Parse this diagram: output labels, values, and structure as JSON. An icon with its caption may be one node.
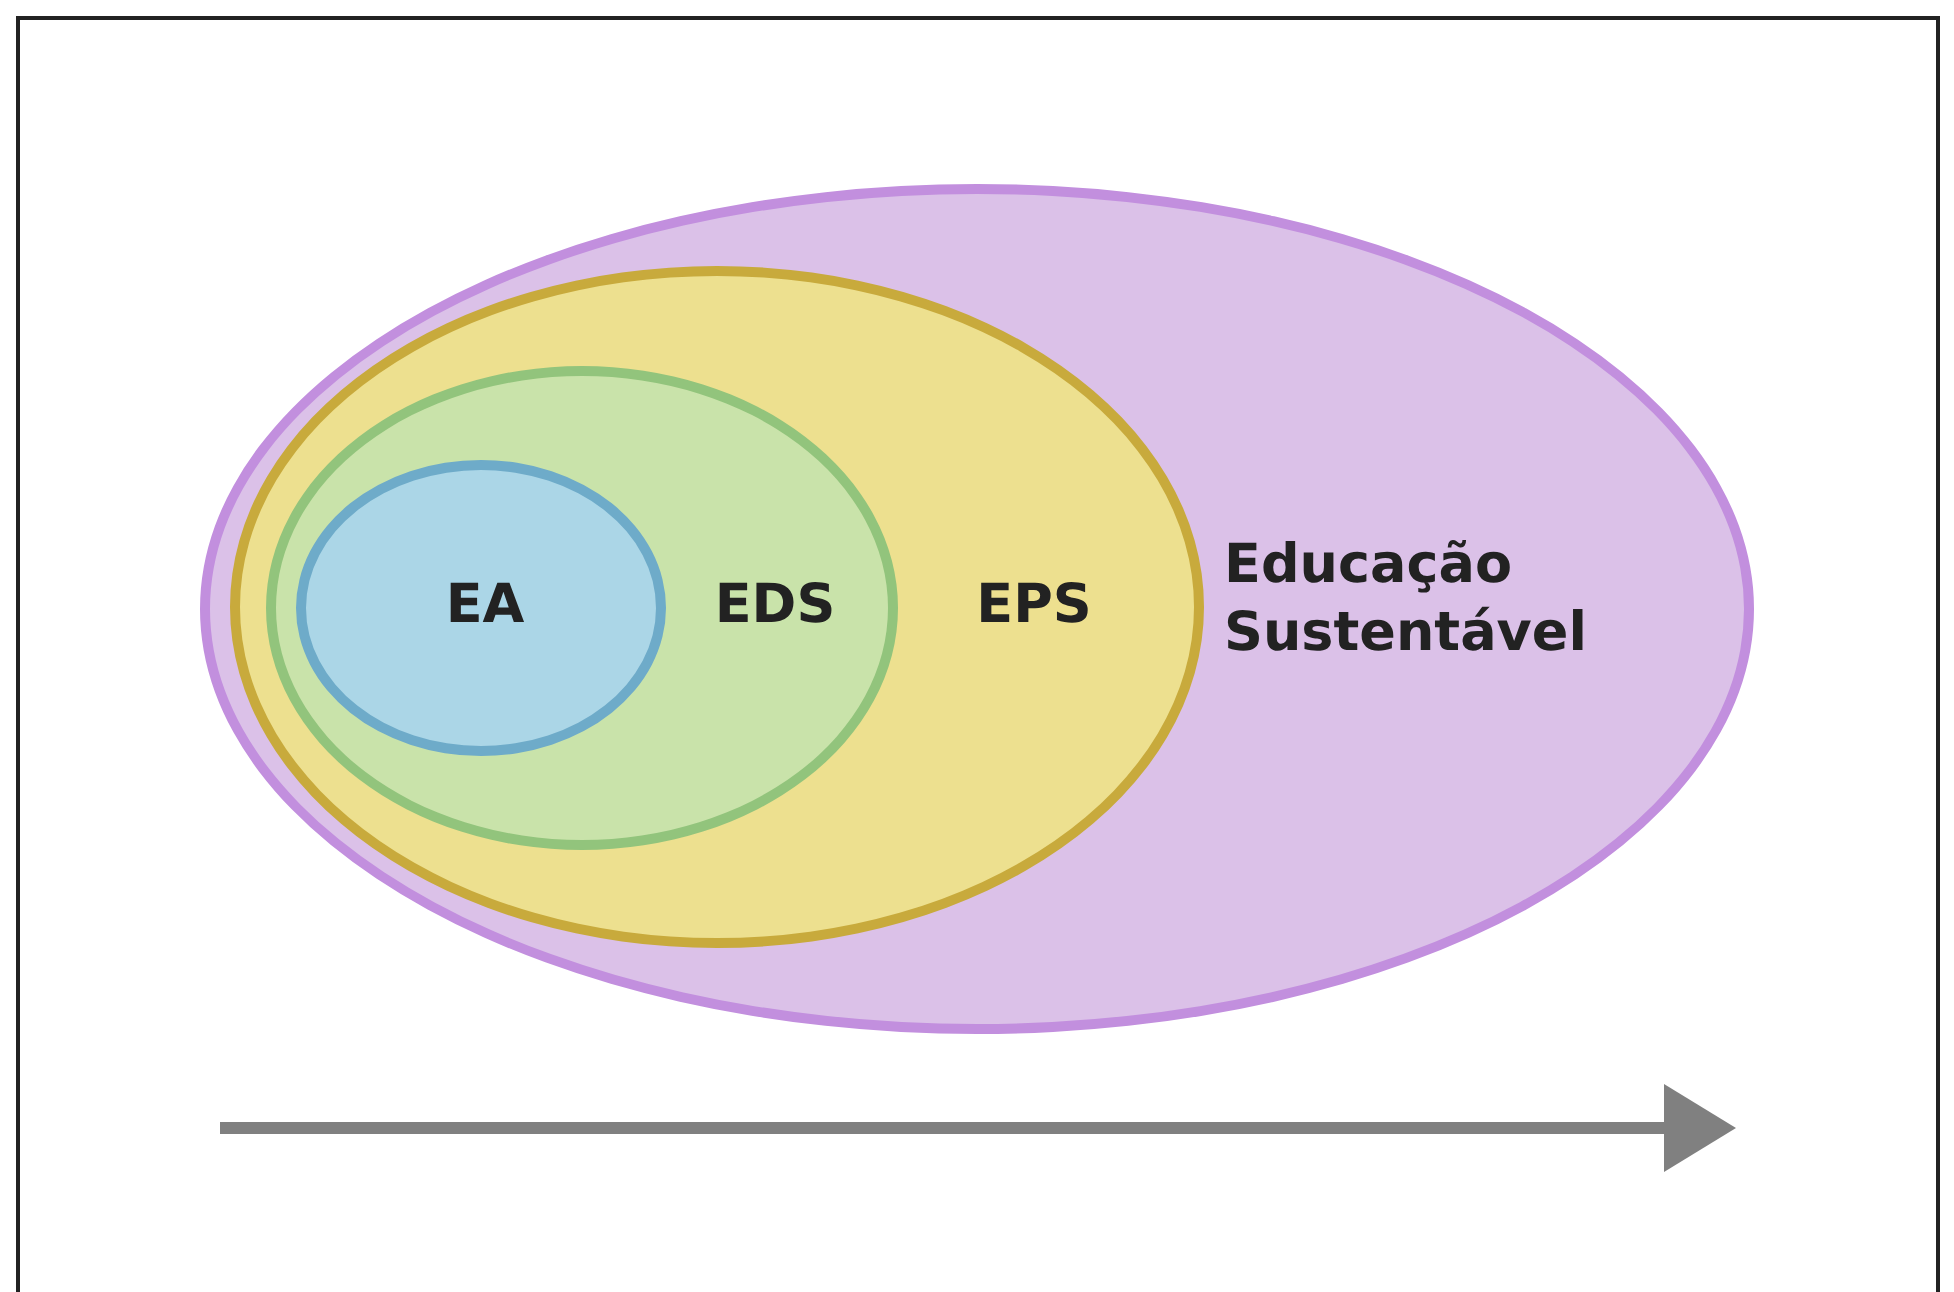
{
  "diagram": {
    "nodes": [
      {
        "text": [
          "Educação Sustentável"
        ]
      },
      {
        "text": [
          "EPS"
        ],
        "in": 0
      },
      {
        "text": [
          "EDS"
        ],
        "in": 1
      },
      {
        "text": [
          "EA"
        ],
        "in": 2
      }
    ],
    "edges": []
  }
}
